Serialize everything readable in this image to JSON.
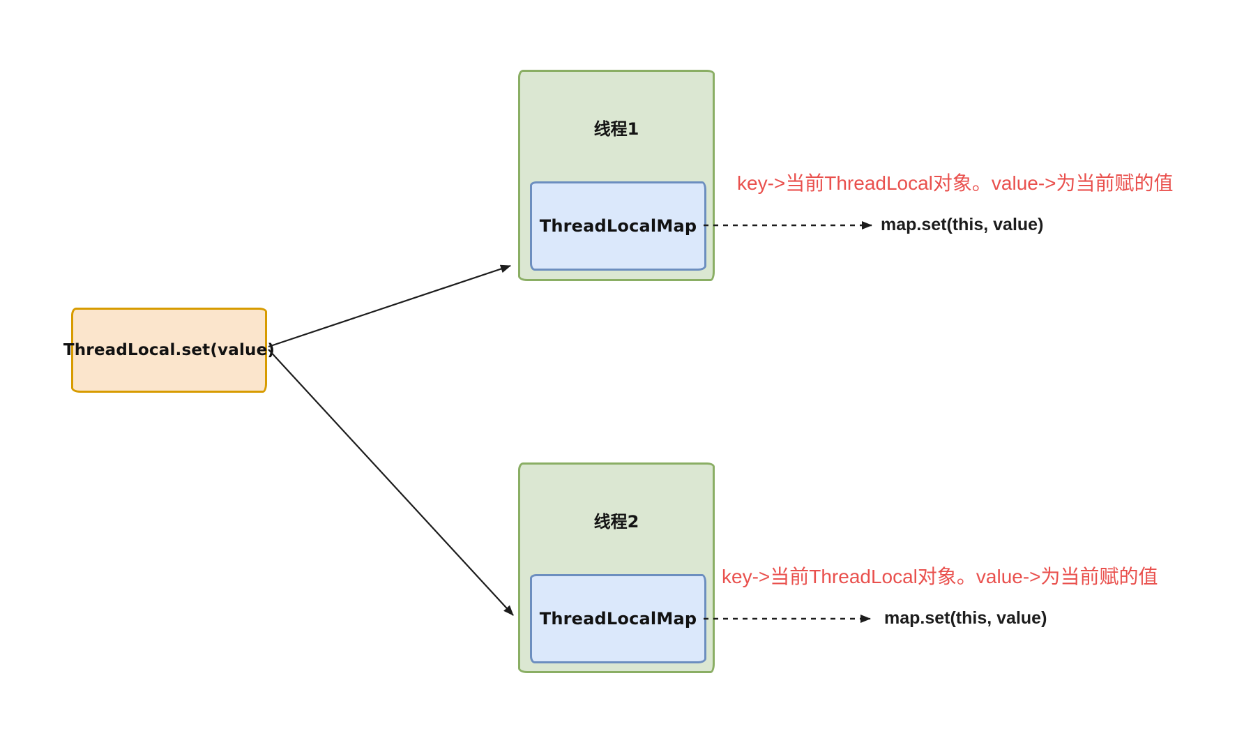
{
  "diagram": {
    "source": {
      "label": "ThreadLocal.set(value)"
    },
    "threads": [
      {
        "title": "线程1",
        "map_label": "ThreadLocalMap",
        "annotation": "key->当前ThreadLocal对象。value->为当前赋的值",
        "result": "map.set(this, value)"
      },
      {
        "title": "线程2",
        "map_label": "ThreadLocalMap",
        "annotation": "key->当前ThreadLocal对象。value->为当前赋的值",
        "result": "map.set(this, value)"
      }
    ],
    "colors": {
      "thread_fill": "#dbe7d2",
      "thread_border": "#8aae64",
      "map_fill": "#dbe8fb",
      "map_border": "#6c8ebf",
      "source_fill": "#fbe5cc",
      "source_border": "#d79b00",
      "annotation_red": "#e9504d",
      "arrow_black": "#1c1c1c"
    }
  }
}
